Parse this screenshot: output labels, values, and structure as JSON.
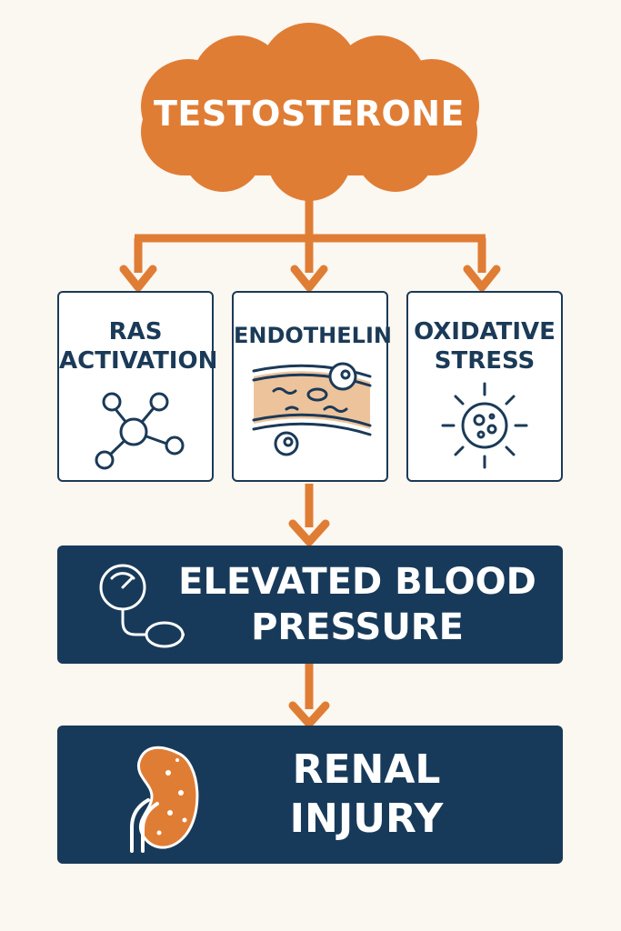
{
  "colors": {
    "background": "#fbf7f1",
    "accent_orange": "#e07d35",
    "navy": "#183a5a",
    "peach": "#edc39c"
  },
  "source": {
    "label": "TESTOSTERONE",
    "shape": "cloud"
  },
  "mechanisms": [
    {
      "line1": "RAS",
      "line2": "ACTIVATION",
      "icon": "molecule-network-icon"
    },
    {
      "line1": "ENDOTHELIN",
      "line2": "",
      "icon": "blood-vessel-icon"
    },
    {
      "line1": "OXIDATIVE",
      "line2": "STRESS",
      "icon": "free-radical-icon"
    }
  ],
  "effects": [
    {
      "line1": "ELEVATED BLOOD",
      "line2": "PRESSURE",
      "icon": "blood-pressure-gauge-icon"
    },
    {
      "line1": "RENAL",
      "line2": "INJURY",
      "icon": "kidney-icon"
    }
  ]
}
